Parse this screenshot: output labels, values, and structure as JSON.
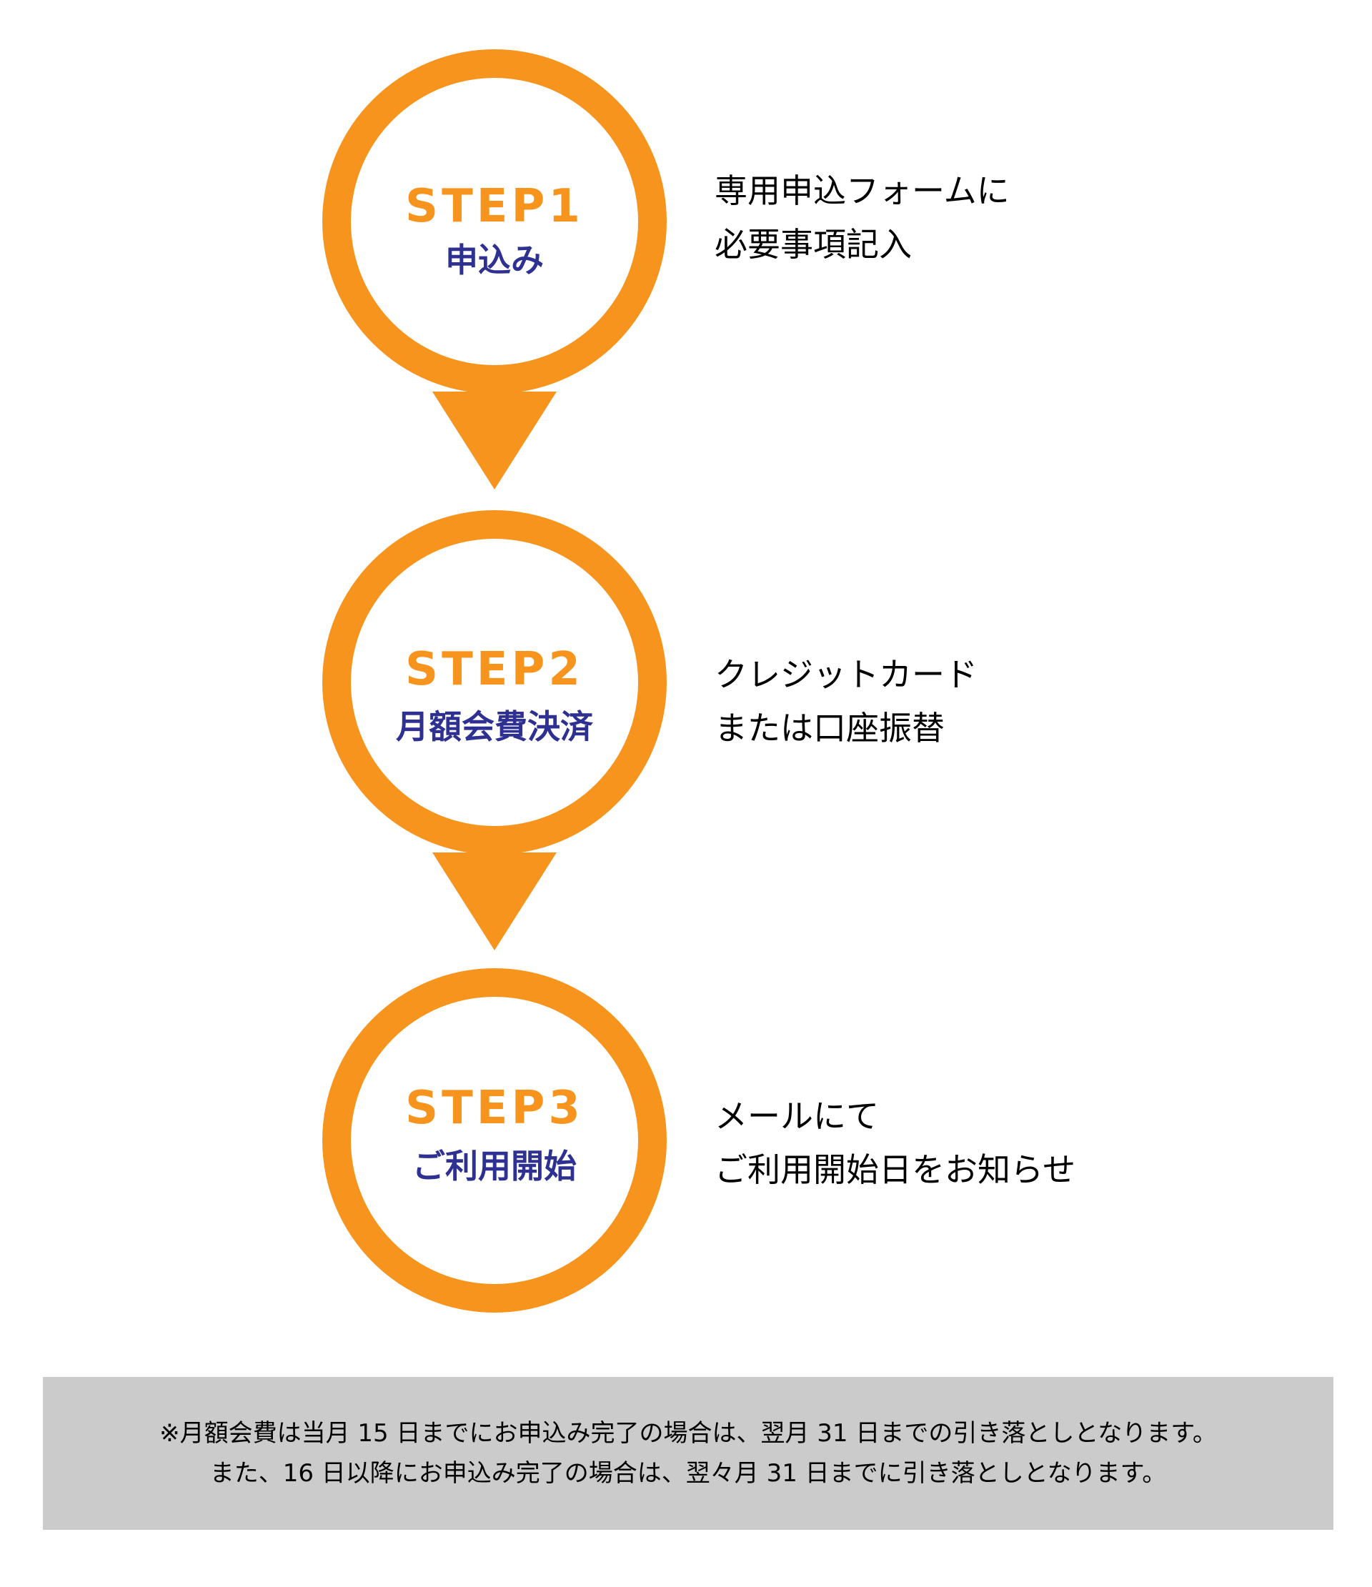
{
  "colors": {
    "accent": "#f7941d",
    "title_text": "#f7941d",
    "label_text": "#2e3192",
    "description_text": "#000000",
    "note_background": "#cbcbcb"
  },
  "steps": [
    {
      "title": "STEP1",
      "label": "申込み",
      "description": [
        "専用申込フォームに",
        "必要事項記入"
      ]
    },
    {
      "title": "STEP2",
      "label": "月額会費決済",
      "description": [
        "クレジットカード",
        "または口座振替"
      ]
    },
    {
      "title": "STEP3",
      "label": "ご利用開始",
      "description": [
        "メールにて",
        "ご利用開始日をお知らせ"
      ]
    }
  ],
  "note": {
    "lines": [
      "※月額会費は当月 15 日までにお申込み完了の場合は、翌月 31 日までの引き落としとなります。",
      "また、16 日以降にお申込み完了の場合は、翌々月 31 日までに引き落としとなります。"
    ]
  }
}
